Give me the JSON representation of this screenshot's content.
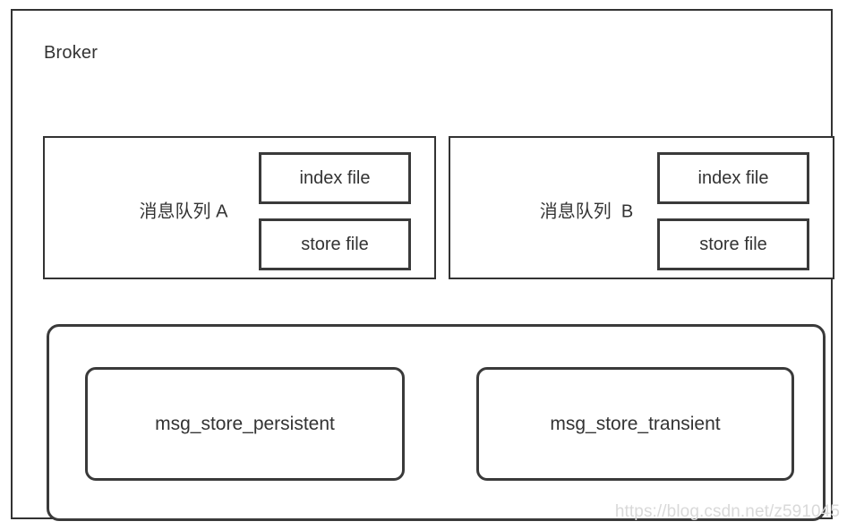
{
  "diagram": {
    "title": "Broker",
    "queues": [
      {
        "name": "消息队列 A",
        "files": [
          {
            "label": "index file"
          },
          {
            "label": "store file"
          }
        ]
      },
      {
        "name": "消息队列  B",
        "files": [
          {
            "label": "index file"
          },
          {
            "label": "store file"
          }
        ]
      }
    ],
    "storage": {
      "stores": [
        {
          "label": "msg_store_persistent"
        },
        {
          "label": "msg_store_transient"
        }
      ]
    },
    "watermark": "https://blog.csdn.net/z591045",
    "colors": {
      "stroke": "#3a3a3a",
      "text": "#333333",
      "background": "#ffffff",
      "watermark": "#d9d9d9"
    }
  }
}
